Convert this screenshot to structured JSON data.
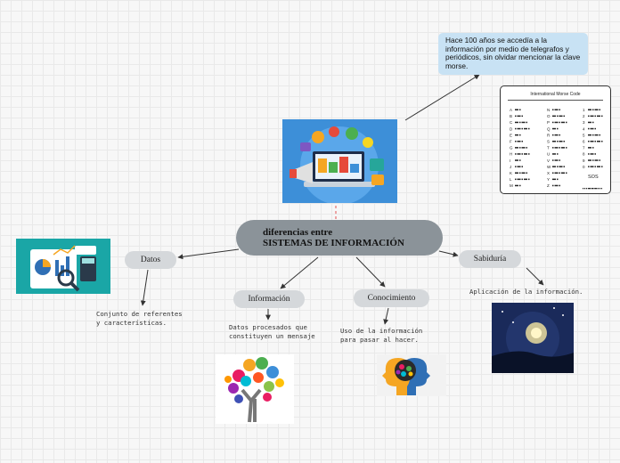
{
  "central": {
    "line1": "diferencias entre",
    "line2": "SISTEMAS DE INFORMACIÓN"
  },
  "topics": {
    "datos": {
      "label": "Datos",
      "note": "Conjunto de referentes\ny características."
    },
    "informacion": {
      "label": "Información",
      "note": "Datos procesados que\nconstituyen un mensaje"
    },
    "conocimiento": {
      "label": "Conocimiento",
      "note": "Uso de la información\npara pasar al hacer."
    },
    "sabiduria": {
      "label": "Sabiduría",
      "note": "Aplicación de la información."
    }
  },
  "callout": {
    "text": "Hace 100 años se accedía a la información por medio de telegrafos y periódicos, sin olvidar mencionar la clave morse."
  },
  "morse_card": {
    "title": "International Morse Code",
    "col1": [
      "A",
      "B",
      "C",
      "D",
      "E",
      "F",
      "G",
      "H",
      "I",
      "J",
      "K",
      "L",
      "M"
    ],
    "col2": [
      "N",
      "O",
      "P",
      "Q",
      "R",
      "S",
      "T",
      "U",
      "V",
      "W",
      "X",
      "Y",
      "Z"
    ],
    "col3": [
      "1",
      "2",
      "3",
      "4",
      "5",
      "6",
      "7",
      "8",
      "9",
      "0"
    ],
    "sos": "SOS"
  },
  "colors": {
    "central": "#8b9399",
    "node": "#d5d8db",
    "callout": "#c8e2f4",
    "line": "#333333"
  }
}
